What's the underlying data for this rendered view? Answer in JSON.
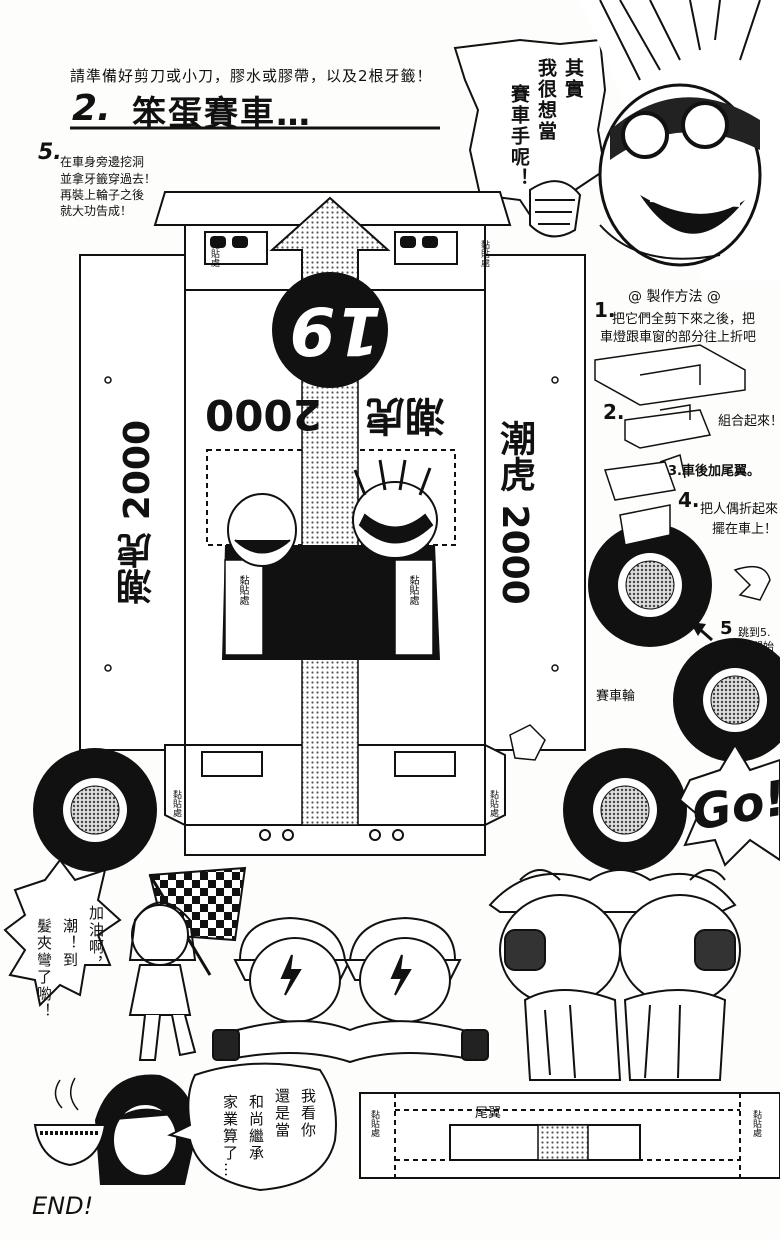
{
  "header": {
    "instruction": "請準備好剪刀或小刀，膠水或膠帶，以及2根牙籤！",
    "title_number": "2.",
    "title_text": "笨蛋賽車…"
  },
  "step5_note": {
    "number": "5.",
    "lines": [
      "在車身旁邊挖洞",
      "並拿牙籤穿過去！",
      "再裝上輪子之後",
      "就大功告成！"
    ]
  },
  "speech_racer": {
    "col1": "其實",
    "col2": "我很想當",
    "col3": "賽車手呢！"
  },
  "instructions": {
    "heading": "製作方法",
    "step1_number": "1.",
    "step1_lines": [
      "把它們全剪下來之後，把",
      "車燈跟車窗的部分往上折吧"
    ],
    "step2_number": "2.",
    "step2_text": "組合起來！",
    "step3_text": "3.車後加尾翼。",
    "step4_number": "4.",
    "step4_lines": [
      "把人偶折起來",
      "擺在車上！"
    ],
    "step5_number": "5",
    "step5_lines": [
      "跳到5.",
      "遊戲開始"
    ]
  },
  "car": {
    "number": "19",
    "year_top": "2000",
    "brand": "潮虎",
    "side_text": "潮虎 2000",
    "glue_label": "黏貼處",
    "wheel_label": "賽車輪"
  },
  "go_text": "Go!",
  "speech_girl": {
    "col1": "加油啊，",
    "col2": "潮！到",
    "col3": "髮夾彎了喲！"
  },
  "speech_bottom": {
    "col1": "我看你",
    "col2": "還是當",
    "col3": "和尚繼承",
    "col4": "家業算了…"
  },
  "wing_label": "尾翼",
  "end_text": "END!"
}
